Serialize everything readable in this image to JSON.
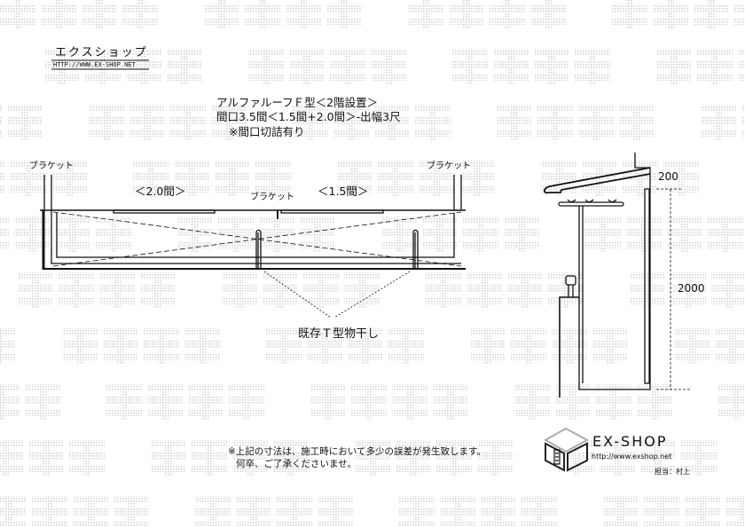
{
  "watermark": "転載禁止",
  "header": {
    "shop_name": "エクスショップ",
    "url": "HTTP://WWW.EX-SHOP.NET"
  },
  "title": {
    "line1": "アルファルーフＦ型＜2階設置＞",
    "line2": "間口3.5間＜1.5間+2.0間＞-出幅3尺",
    "line3": "※間口切詰有り"
  },
  "plan": {
    "bracket_left": "ブラケット",
    "bracket_right": "ブラケット",
    "bracket_center": "ブラケット",
    "span_left": "＜2.0間＞",
    "span_right": "＜1.5間＞",
    "existing_label": "既存Ｔ型物干し"
  },
  "section": {
    "dim_top": "200",
    "dim_height": "2000"
  },
  "note": {
    "line1": "※上記の寸法は、施工時において多少の誤差が発生致します。",
    "line2": "何卒、ご了承くださいませ。"
  },
  "logo": {
    "brand": "EX-SHOP",
    "url": "http://www.exshop.net",
    "staff": "担当：村上"
  },
  "colors": {
    "watermark": "#d4d4d4",
    "line": "#111111"
  }
}
